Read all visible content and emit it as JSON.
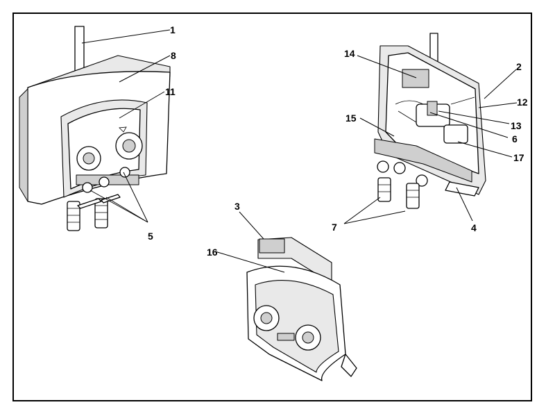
{
  "callouts": {
    "c1": "1",
    "c2": "2",
    "c3": "3",
    "c4": "4",
    "c5": "5",
    "c6": "6",
    "c7": "7",
    "c8": "8",
    "c11": "11",
    "c12": "12",
    "c13": "13",
    "c14": "14",
    "c15": "15",
    "c16": "16",
    "c17": "17"
  }
}
